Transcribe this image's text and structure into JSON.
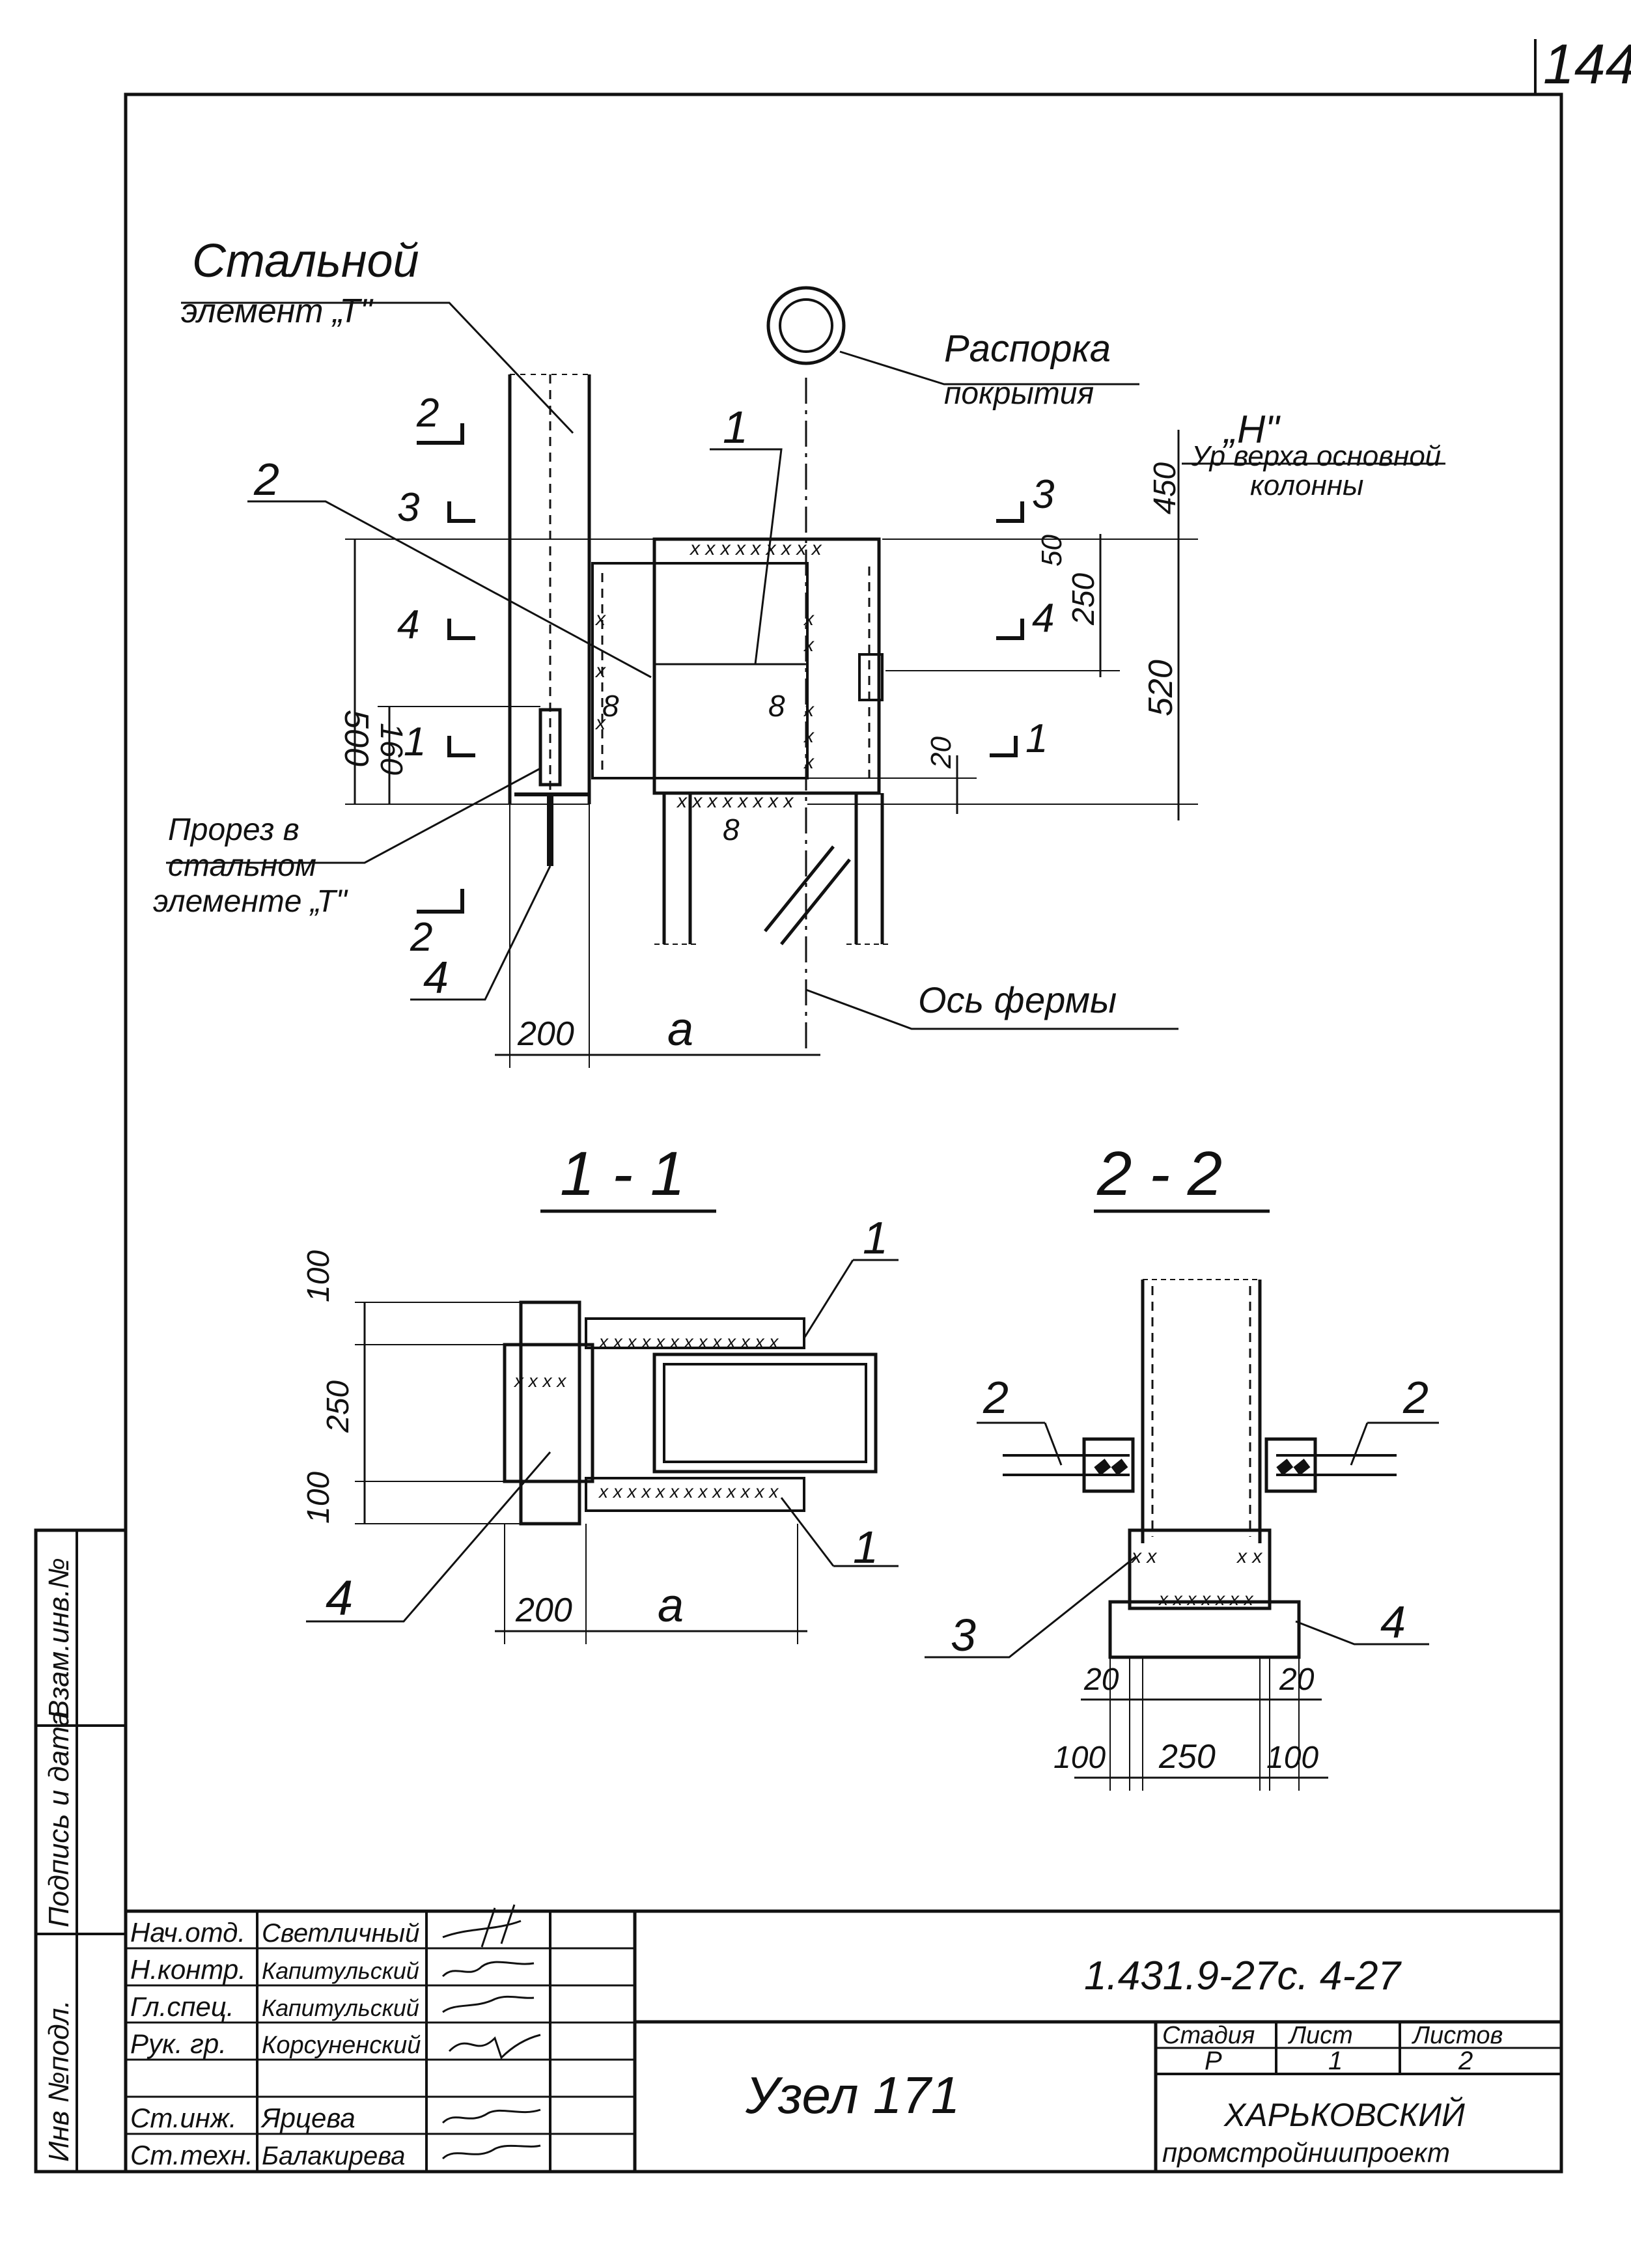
{
  "sheet_number": "144",
  "plan": {
    "label_steel_element": "Стальной",
    "label_steel_element_2": "элемент „Т\"",
    "label_strut": "Распорка",
    "label_strut_2": "покрытия",
    "label_h": "„Н\"",
    "label_top_level": "Ур верха основной",
    "label_top_level_2": "колонны",
    "label_slot": "Прорез в",
    "label_slot_2": "стальном",
    "label_slot_3": "элементе „Т\"",
    "label_truss_axis": "Ось фермы",
    "callout_1": "1",
    "callout_2": "2",
    "callout_4": "4",
    "cut_2_top": "2",
    "cut_3_left": "3",
    "cut_4_left": "4",
    "cut_1_left": "1",
    "cut_2_bottom": "2",
    "cut_3_right": "3",
    "cut_4_right": "4",
    "cut_1_right": "1",
    "dim_450": "450",
    "dim_50": "50",
    "dim_250": "250",
    "dim_520": "520",
    "dim_500": "500",
    "dim_160": "160",
    "dim_20": "20",
    "dim_200": "200",
    "dim_a": "a",
    "weld_8a": "8",
    "weld_8b": "8",
    "weld_8c": "8"
  },
  "section_1_1": {
    "title": "1 - 1",
    "callout_1_top": "1",
    "callout_1_bottom": "1",
    "callout_4": "4",
    "dim_100_top": "100",
    "dim_250": "250",
    "dim_100_bottom": "100",
    "dim_200": "200",
    "dim_a": "a"
  },
  "section_2_2": {
    "title": "2 - 2",
    "callout_2_left": "2",
    "callout_2_right": "2",
    "callout_3": "3",
    "callout_4": "4",
    "dim_20_left": "20",
    "dim_20_right": "20",
    "dim_100_left": "100",
    "dim_250": "250",
    "dim_100_right": "100"
  },
  "side_stamp": {
    "inv_orig": "Инв №подл.",
    "sign_date": "Подпись и дата",
    "vzam_inv": "Взам.инв.№"
  },
  "title_block": {
    "roles": [
      "Нач.отд.",
      "Н.контр.",
      "Гл.спец.",
      "Рук. гр.",
      "",
      "Ст.инж.",
      "Ст.техн."
    ],
    "names": [
      "Светличный",
      "Капитульский",
      "Капитульский",
      "Корсуненский",
      "",
      "Ярцева",
      "Балакирева"
    ],
    "doc_code": "1.431.9-27с. 4-27",
    "title": "Узел 171",
    "stage_header": "Стадия",
    "sheet_header": "Лист",
    "sheets_header": "Листов",
    "stage_value": "Р",
    "sheet_value": "1",
    "sheets_value": "2",
    "org_line1": "ХАРЬКОВСКИЙ",
    "org_line2": "промстройниипроект"
  }
}
